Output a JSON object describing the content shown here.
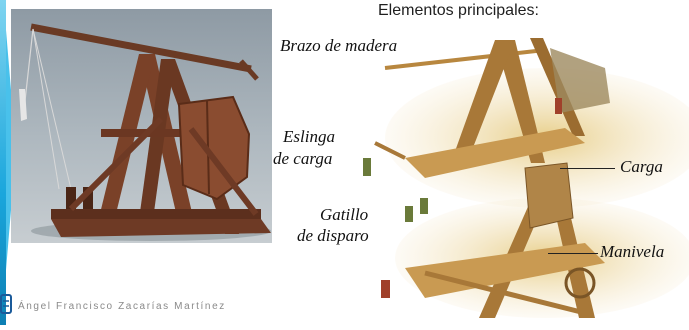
{
  "slide": {
    "headline": "Elementos principales:",
    "author": "Ángel Francisco Zacarías Martínez",
    "accent_color": "#1aa6dc"
  },
  "labels": {
    "brazo": "Brazo de madera",
    "eslinga_1": "Eslinga",
    "eslinga_2": "de carga",
    "carga": "Carga",
    "gatillo_1": "Gatillo",
    "gatillo_2": "de disparo",
    "manivela": "Manivela"
  },
  "images": {
    "photo": "trebuchet-photo",
    "illustration": "trebuchet-illustration"
  }
}
